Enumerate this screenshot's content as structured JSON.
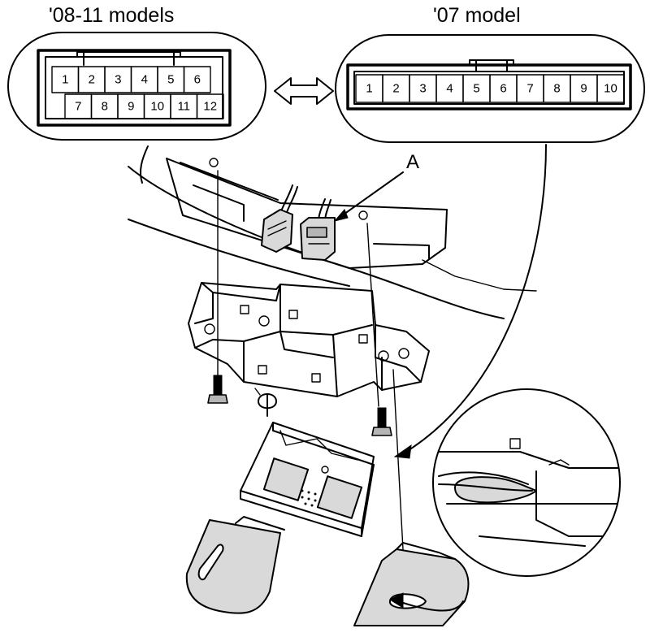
{
  "connectors": {
    "left": {
      "title": "'08-11 models",
      "row1": [
        "1",
        "2",
        "3",
        "4",
        "5",
        "6"
      ],
      "row2": [
        "7",
        "8",
        "9",
        "10",
        "11",
        "12"
      ]
    },
    "right": {
      "title": "'07 model",
      "row1": [
        "1",
        "2",
        "3",
        "4",
        "5",
        "6",
        "7",
        "8",
        "9",
        "10"
      ]
    }
  },
  "callout": {
    "label": "A"
  }
}
